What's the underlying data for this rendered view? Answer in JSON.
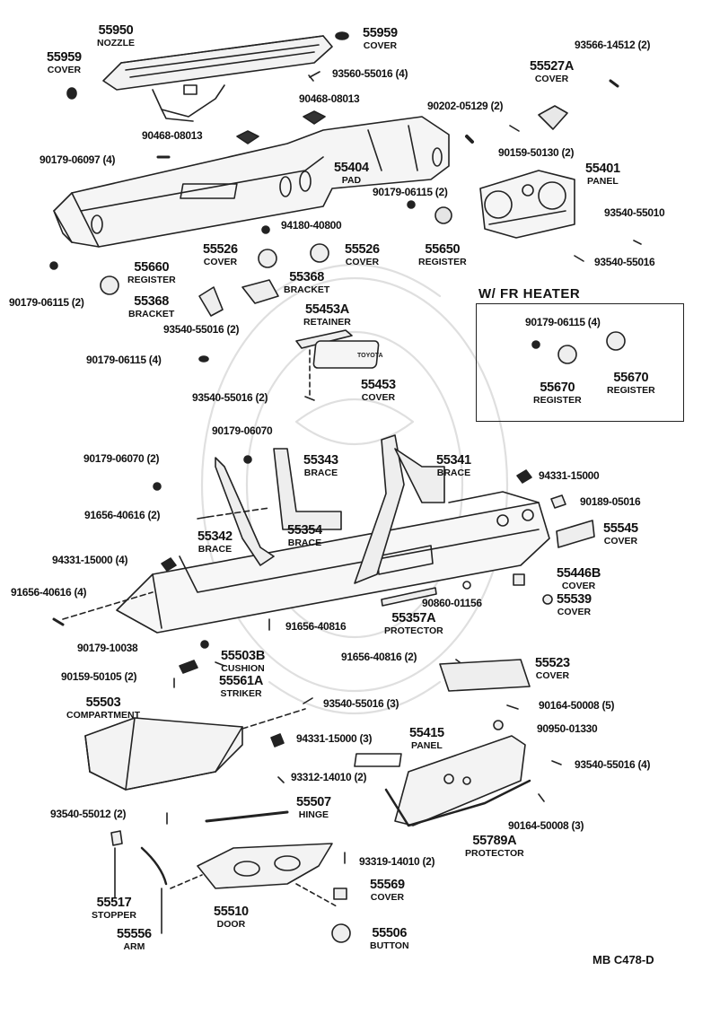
{
  "diagram": {
    "fr_heater_title": "W/ FR HEATER",
    "diagram_code": "MB C478-D",
    "badge_text": "TOYOTA",
    "callouts": [
      {
        "id": "c55950",
        "number": "55950",
        "caption": "NOZZLE"
      },
      {
        "id": "c55959a",
        "number": "55959",
        "caption": "COVER"
      },
      {
        "id": "c55959b",
        "number": "55959",
        "caption": "COVER"
      },
      {
        "id": "c93566",
        "number": "93566-14512 (2)"
      },
      {
        "id": "c93560",
        "number": "93560-55016 (4)"
      },
      {
        "id": "c55527A",
        "number": "55527A",
        "caption": "COVER"
      },
      {
        "id": "c90468a",
        "number": "90468-08013"
      },
      {
        "id": "c90202",
        "number": "90202-05129 (2)"
      },
      {
        "id": "c90468b",
        "number": "90468-08013"
      },
      {
        "id": "c90159a",
        "number": "90159-50130 (2)"
      },
      {
        "id": "c55401",
        "number": "55401",
        "caption": "PANEL"
      },
      {
        "id": "c90179a",
        "number": "90179-06097 (4)"
      },
      {
        "id": "c55404",
        "number": "55404",
        "caption": "PAD"
      },
      {
        "id": "c90179b",
        "number": "90179-06115 (2)"
      },
      {
        "id": "c93540a",
        "number": "93540-55010"
      },
      {
        "id": "c94180",
        "number": "94180-40800"
      },
      {
        "id": "c55526a",
        "number": "55526",
        "caption": "COVER"
      },
      {
        "id": "c55526b",
        "number": "55526",
        "caption": "COVER"
      },
      {
        "id": "c55650",
        "number": "55650",
        "caption": "REGISTER"
      },
      {
        "id": "c93540b",
        "number": "93540-55016"
      },
      {
        "id": "c55660",
        "number": "55660",
        "caption": "REGISTER"
      },
      {
        "id": "c55368a",
        "number": "55368",
        "caption": "BRACKET"
      },
      {
        "id": "c90179c",
        "number": "90179-06115 (2)"
      },
      {
        "id": "c55368b",
        "number": "55368",
        "caption": "BRACKET"
      },
      {
        "id": "c55453A",
        "number": "55453A",
        "caption": "RETAINER"
      },
      {
        "id": "c93540c",
        "number": "93540-55016 (2)"
      },
      {
        "id": "c90179d",
        "number": "90179-06115 (4)"
      },
      {
        "id": "c90179e",
        "number": "90179-06115 (4)"
      },
      {
        "id": "c55453",
        "number": "55453",
        "caption": "COVER"
      },
      {
        "id": "c93540d",
        "number": "93540-55016 (2)"
      },
      {
        "id": "c55670a",
        "number": "55670",
        "caption": "REGISTER"
      },
      {
        "id": "c55670b",
        "number": "55670",
        "caption": "REGISTER"
      },
      {
        "id": "c90179f",
        "number": "90179-06070"
      },
      {
        "id": "c90179g",
        "number": "90179-06070 (2)"
      },
      {
        "id": "c55343",
        "number": "55343",
        "caption": "BRACE"
      },
      {
        "id": "c55341",
        "number": "55341",
        "caption": "BRACE"
      },
      {
        "id": "c94331a",
        "number": "94331-15000"
      },
      {
        "id": "c90189",
        "number": "90189-05016"
      },
      {
        "id": "c91656a",
        "number": "91656-40616 (2)"
      },
      {
        "id": "c55545",
        "number": "55545",
        "caption": "COVER"
      },
      {
        "id": "c55342",
        "number": "55342",
        "caption": "BRACE"
      },
      {
        "id": "c55354",
        "number": "55354",
        "caption": "BRACE"
      },
      {
        "id": "c94331b",
        "number": "94331-15000 (4)"
      },
      {
        "id": "c55446B",
        "number": "55446B",
        "caption": "COVER"
      },
      {
        "id": "c91656b",
        "number": "91656-40616 (4)"
      },
      {
        "id": "c55539",
        "number": "55539",
        "caption": "COVER"
      },
      {
        "id": "c90860",
        "number": "90860-01156"
      },
      {
        "id": "c55357A",
        "number": "55357A",
        "caption": "PROTECTOR"
      },
      {
        "id": "c91656c",
        "number": "91656-40816"
      },
      {
        "id": "c90179h",
        "number": "90179-10038"
      },
      {
        "id": "c55503B",
        "number": "55503B",
        "caption": "CUSHION"
      },
      {
        "id": "c91656d",
        "number": "91656-40816 (2)"
      },
      {
        "id": "c55523",
        "number": "55523",
        "caption": "COVER"
      },
      {
        "id": "c90159b",
        "number": "90159-50105 (2)"
      },
      {
        "id": "c55561A",
        "number": "55561A",
        "caption": "STRIKER"
      },
      {
        "id": "c55503",
        "number": "55503",
        "caption": "COMPARTMENT"
      },
      {
        "id": "c93540e",
        "number": "93540-55016 (3)"
      },
      {
        "id": "c90164a",
        "number": "90164-50008 (5)"
      },
      {
        "id": "c90950",
        "number": "90950-01330"
      },
      {
        "id": "c94331c",
        "number": "94331-15000 (3)"
      },
      {
        "id": "c55415",
        "number": "55415",
        "caption": "PANEL"
      },
      {
        "id": "c93540f",
        "number": "93540-55016 (4)"
      },
      {
        "id": "c93312",
        "number": "93312-14010 (2)"
      },
      {
        "id": "c55507",
        "number": "55507",
        "caption": "HINGE"
      },
      {
        "id": "c90164b",
        "number": "90164-50008 (3)"
      },
      {
        "id": "c93540g",
        "number": "93540-55012 (2)"
      },
      {
        "id": "c55789A",
        "number": "55789A",
        "caption": "PROTECTOR"
      },
      {
        "id": "c93319",
        "number": "93319-14010 (2)"
      },
      {
        "id": "c55569",
        "number": "55569",
        "caption": "COVER"
      },
      {
        "id": "c55517",
        "number": "55517",
        "caption": "STOPPER"
      },
      {
        "id": "c55510",
        "number": "55510",
        "caption": "DOOR"
      },
      {
        "id": "c55556",
        "number": "55556",
        "caption": "ARM"
      },
      {
        "id": "c55506",
        "number": "55506",
        "caption": "BUTTON"
      }
    ]
  }
}
